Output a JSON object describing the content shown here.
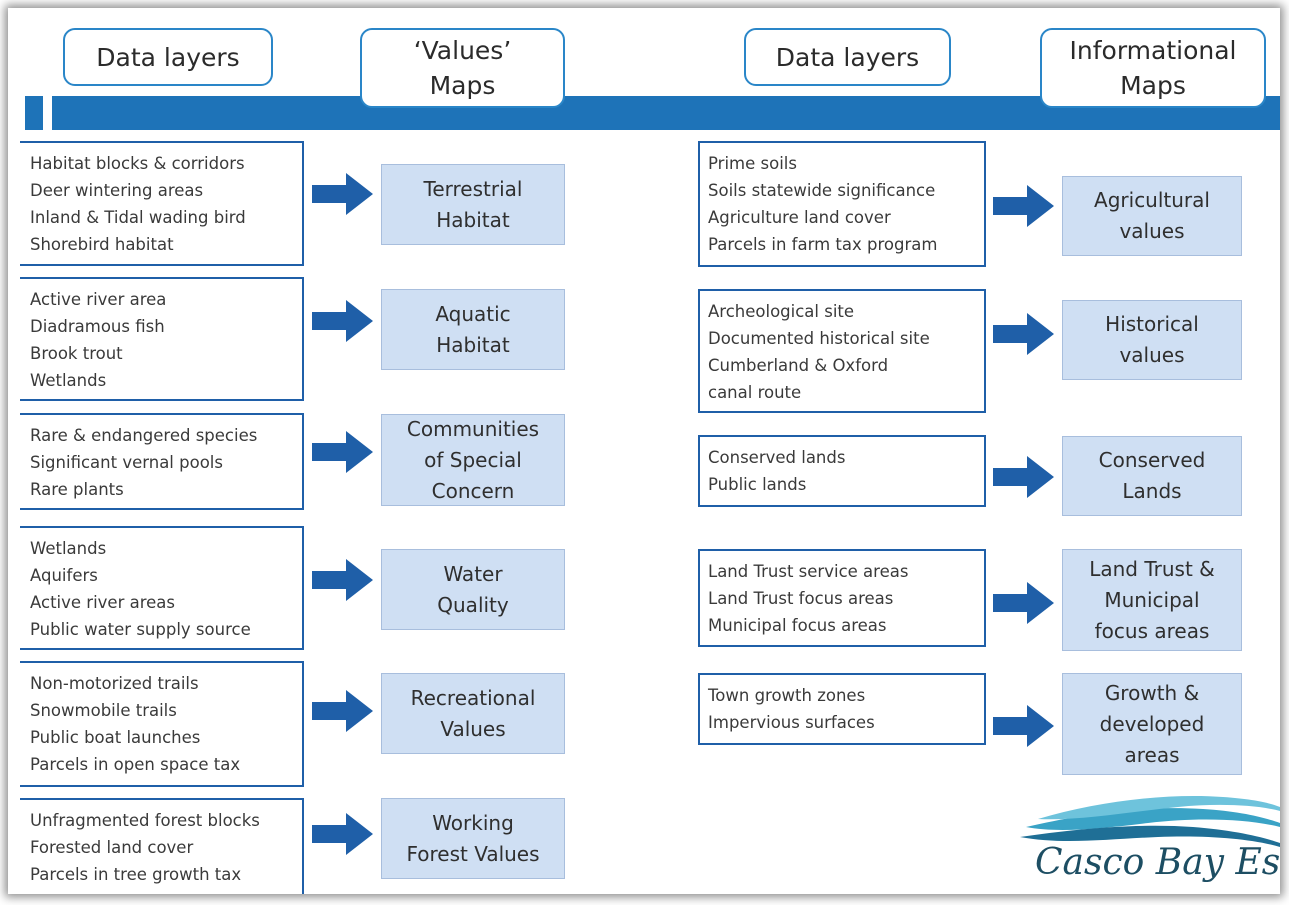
{
  "headers": {
    "left_data_layers": "Data layers",
    "values_maps": "‘Values’\nMaps",
    "right_data_layers": "Data layers",
    "informational_maps": "Informational\nMaps"
  },
  "values_groups": [
    {
      "layers": [
        "Habitat blocks & corridors",
        "Deer wintering areas",
        "Inland  & Tidal wading bird",
        "Shorebird habitat"
      ],
      "map": "Terrestrial\nHabitat"
    },
    {
      "layers": [
        "Active river area",
        "Diadramous fish",
        "Brook trout",
        "Wetlands"
      ],
      "map": "Aquatic\nHabitat"
    },
    {
      "layers": [
        "Rare & endangered species",
        "Significant vernal pools",
        "Rare plants"
      ],
      "map": "Communities\nof Special\nConcern"
    },
    {
      "layers": [
        "Wetlands",
        "Aquifers",
        "Active river areas",
        "Public water supply source"
      ],
      "map": "Water\nQuality"
    },
    {
      "layers": [
        "Non-motorized trails",
        "Snowmobile trails",
        "Public boat launches",
        "Parcels in open space tax"
      ],
      "map": "Recreational\nValues"
    },
    {
      "layers": [
        "Unfragmented forest blocks",
        "Forested land cover",
        "Parcels in tree growth tax"
      ],
      "map": "Working\nForest Values"
    }
  ],
  "informational_groups": [
    {
      "layers": [
        "Prime soils",
        "Soils statewide significance",
        "Agriculture land cover",
        "Parcels in farm tax program"
      ],
      "map": "Agricultural\nvalues"
    },
    {
      "layers": [
        "Archeological site",
        "Documented historical site",
        "Cumberland & Oxford",
        "canal route"
      ],
      "map": "Historical\nvalues"
    },
    {
      "layers": [
        "Conserved lands",
        "Public lands"
      ],
      "map": "Conserved\nLands"
    },
    {
      "layers": [
        "Land Trust service areas",
        "Land Trust focus areas",
        "Municipal focus areas"
      ],
      "map": "Land Trust &\nMunicipal\nfocus areas"
    },
    {
      "layers": [
        "Town growth zones",
        "Impervious surfaces"
      ],
      "map": "Growth &\ndeveloped\nareas"
    }
  ],
  "logo": {
    "text": "Casco Bay Estu"
  },
  "colors": {
    "header_bar": "#1e73b8",
    "map_fill": "#cfdff3",
    "arrow": "#1f5fa8",
    "box_border": "#1f5fa8"
  },
  "icons": {
    "flow_arrow": "right-arrow-icon",
    "logo_waves": "wave-logo-icon"
  }
}
